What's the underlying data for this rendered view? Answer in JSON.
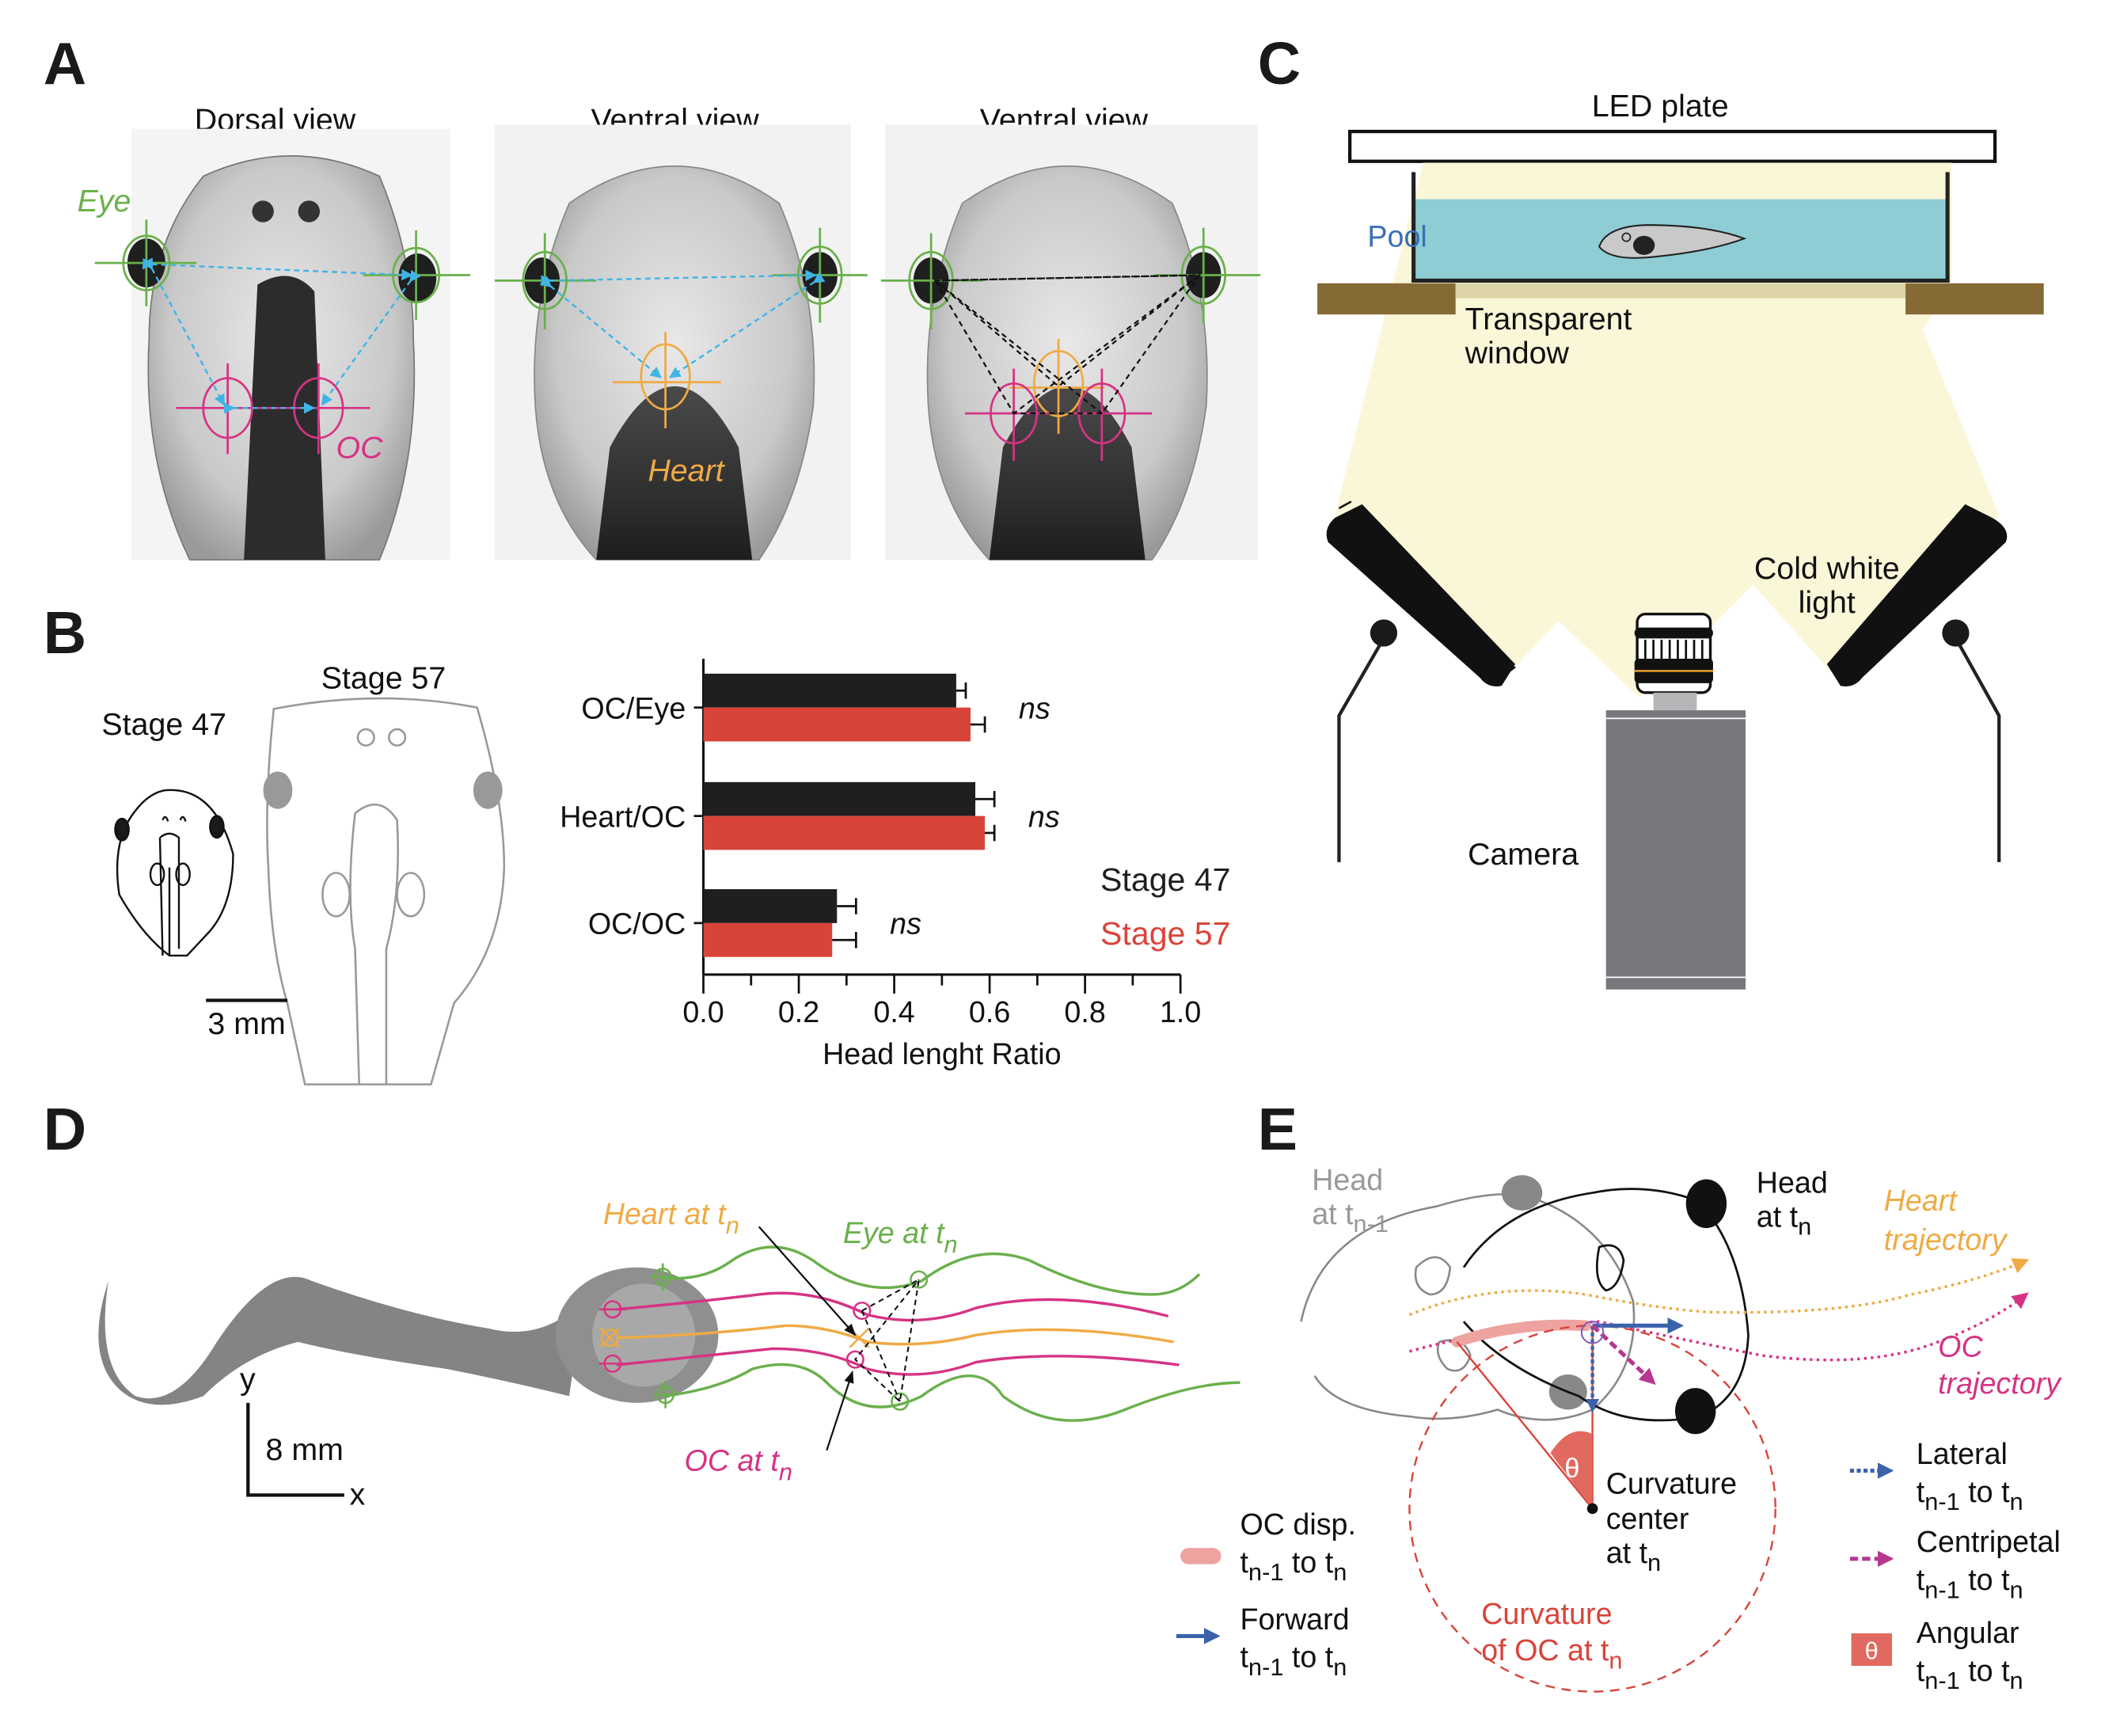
{
  "colors": {
    "eye": "#6ab04c",
    "oc": "#d63384",
    "heart": "#efaa44",
    "measure_arrow": "#3fb4e5",
    "stage47": "#1f1f1f",
    "stage57": "#d9443a",
    "pool_water": "#8ecdd4",
    "stage_wood": "#856a35",
    "window": "#dcd3a6",
    "light_cone": "#faf6d6",
    "camera_body": "#77787c",
    "forward_arrow": "#3a62ab",
    "centripetal_arrow": "#b8378f",
    "curvature": "#d9443a",
    "angular_fill": "#e2695f",
    "disp_band": "#eea3a0"
  },
  "panelA": {
    "letter": "A",
    "views": [
      {
        "title": "Dorsal view",
        "labels": [
          {
            "text": "Eye",
            "kind": "eye"
          },
          {
            "text": "OC",
            "kind": "oc"
          }
        ]
      },
      {
        "title": "Ventral view",
        "labels": [
          {
            "text": "Heart",
            "kind": "heart"
          }
        ]
      },
      {
        "title": "Ventral view",
        "labels": []
      }
    ]
  },
  "panelB": {
    "letter": "B",
    "stage47_label": "Stage 47",
    "stage57_label": "Stage 57",
    "scalebar_label": "3 mm"
  },
  "chart_data": {
    "type": "bar",
    "orientation": "horizontal",
    "categories": [
      "OC/Eye",
      "Heart/OC",
      "OC/OC"
    ],
    "series": [
      {
        "name": "Stage 47",
        "color": "#1f1f1f",
        "values": [
          0.53,
          0.57,
          0.28
        ],
        "errors": [
          0.02,
          0.04,
          0.04
        ]
      },
      {
        "name": "Stage 57",
        "color": "#d9443a",
        "values": [
          0.56,
          0.59,
          0.27
        ],
        "errors": [
          0.03,
          0.02,
          0.05
        ]
      }
    ],
    "significance": [
      "ns",
      "ns",
      "ns"
    ],
    "xlabel": "Head lenght Ratio",
    "ylabel": "",
    "xlim": [
      0,
      1.0
    ],
    "xticks": [
      "0.0",
      "0.2",
      "0.4",
      "0.6",
      "0.8",
      "1.0"
    ],
    "legend": {
      "placement": "bottom-right",
      "entries": [
        "Stage 47",
        "Stage 57"
      ]
    },
    "grid": false
  },
  "panelC": {
    "letter": "C",
    "led_plate": "LED plate",
    "pool": "Pool",
    "window_line1": "Transparent",
    "window_line2": "window",
    "light_line1": "Cold white",
    "light_line2": "light",
    "camera": "Camera"
  },
  "panelD": {
    "letter": "D",
    "heart_label": "Heart at t",
    "eye_label": "Eye at t",
    "oc_label": "OC at t",
    "sub_n": "n",
    "axis_y": "y",
    "axis_x": "x",
    "scalebar_label": "8 mm"
  },
  "panelE": {
    "letter": "E",
    "head_prev_line1": "Head",
    "head_prev_line2": "at t",
    "head_prev_sub": "n-1",
    "head_now_line1": "Head",
    "head_now_line2": "at t",
    "head_now_sub": "n",
    "heart_traj_1": "Heart",
    "heart_traj_2": "trajectory",
    "oc_traj_1": "OC",
    "oc_traj_2": "trajectory",
    "center_1": "Curvature",
    "center_2": "center",
    "center_3": "at t",
    "center_sub": "n",
    "curv_1": "Curvature",
    "curv_2": "of OC at t",
    "curv_sub": "n",
    "theta": "θ",
    "legend": [
      {
        "title": "OC disp.",
        "kind": "band"
      },
      {
        "title": "Forward",
        "kind": "forward"
      },
      {
        "title": "Lateral",
        "kind": "lateral"
      },
      {
        "title": "Centripetal",
        "kind": "centripetal"
      },
      {
        "title": "Angular",
        "kind": "angular"
      }
    ],
    "legend_range": {
      "t1": "t",
      "s1": "n-1",
      "mid": " to t",
      "s2": "n"
    }
  }
}
